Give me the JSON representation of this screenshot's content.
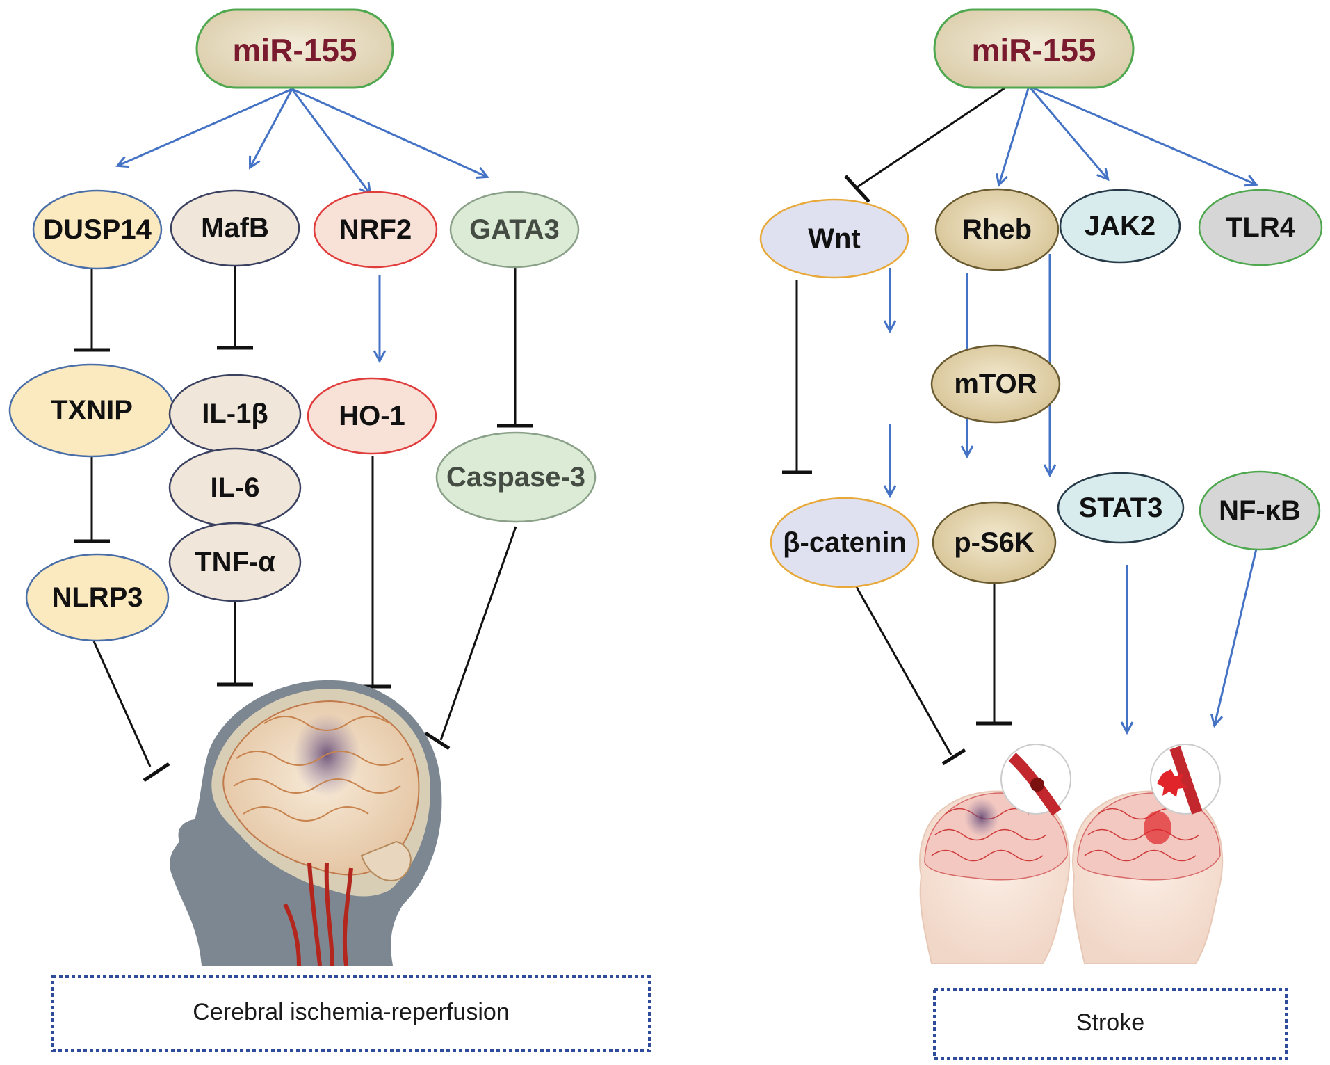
{
  "panels": [
    {
      "id": "left",
      "title_node": {
        "label": "miR-155"
      },
      "caption": "Cerebral ischemia-reperfusion",
      "illustration": "head-brain-sagittal-illustration",
      "nodes": [
        {
          "id": "DUSP14",
          "label": "DUSP14",
          "style": "yellow"
        },
        {
          "id": "MafB",
          "label": "MafB",
          "style": "beige"
        },
        {
          "id": "NRF2",
          "label": "NRF2",
          "style": "red"
        },
        {
          "id": "GATA3",
          "label": "GATA3",
          "style": "green"
        },
        {
          "id": "TXNIP",
          "label": "TXNIP",
          "style": "yellow"
        },
        {
          "id": "IL1b",
          "label": "IL-1β",
          "style": "beige"
        },
        {
          "id": "IL6",
          "label": "IL-6",
          "style": "beige"
        },
        {
          "id": "TNFa",
          "label": "TNF-α",
          "style": "beige"
        },
        {
          "id": "HO1",
          "label": "HO-1",
          "style": "red"
        },
        {
          "id": "Casp3",
          "label": "Caspase-3",
          "style": "green"
        },
        {
          "id": "NLRP3",
          "label": "NLRP3",
          "style": "yellow"
        }
      ],
      "edges": [
        {
          "from": "miR-155",
          "to": "DUSP14",
          "type": "activate"
        },
        {
          "from": "miR-155",
          "to": "MafB",
          "type": "activate"
        },
        {
          "from": "miR-155",
          "to": "NRF2",
          "type": "activate"
        },
        {
          "from": "miR-155",
          "to": "GATA3",
          "type": "activate"
        },
        {
          "from": "DUSP14",
          "to": "TXNIP",
          "type": "inhibit"
        },
        {
          "from": "TXNIP",
          "to": "NLRP3",
          "type": "inhibit"
        },
        {
          "from": "MafB",
          "to": "IL-1β/IL-6/TNF-α",
          "type": "inhibit"
        },
        {
          "from": "NRF2",
          "to": "HO-1",
          "type": "activate"
        },
        {
          "from": "GATA3",
          "to": "Caspase-3",
          "type": "inhibit"
        },
        {
          "from": "NLRP3",
          "to": "Cerebral ischemia-reperfusion",
          "type": "inhibit"
        },
        {
          "from": "TNF-α",
          "to": "Cerebral ischemia-reperfusion",
          "type": "inhibit"
        },
        {
          "from": "HO-1",
          "to": "Cerebral ischemia-reperfusion",
          "type": "inhibit"
        },
        {
          "from": "Caspase-3",
          "to": "Cerebral ischemia-reperfusion",
          "type": "inhibit"
        }
      ]
    },
    {
      "id": "right",
      "title_node": {
        "label": "miR-155"
      },
      "caption": "Stroke",
      "illustration": "stroke-heads-illustration",
      "nodes": [
        {
          "id": "Wnt",
          "label": "Wnt",
          "style": "lavender"
        },
        {
          "id": "Rheb",
          "label": "Rheb",
          "style": "khaki"
        },
        {
          "id": "JAK2",
          "label": "JAK2",
          "style": "cyan"
        },
        {
          "id": "TLR4",
          "label": "TLR4",
          "style": "grey"
        },
        {
          "id": "mTOR",
          "label": "mTOR",
          "style": "khaki"
        },
        {
          "id": "bcat",
          "label": "β-catenin",
          "style": "lavender"
        },
        {
          "id": "pS6K",
          "label": "p-S6K",
          "style": "khaki"
        },
        {
          "id": "STAT3",
          "label": "STAT3",
          "style": "cyan"
        },
        {
          "id": "NFkB",
          "label": "NF-κB",
          "style": "grey"
        }
      ],
      "edges": [
        {
          "from": "miR-155",
          "to": "Wnt",
          "type": "inhibit"
        },
        {
          "from": "miR-155",
          "to": "Rheb",
          "type": "activate"
        },
        {
          "from": "miR-155",
          "to": "JAK2",
          "type": "activate"
        },
        {
          "from": "miR-155",
          "to": "TLR4",
          "type": "activate"
        },
        {
          "from": "Wnt",
          "to": "β-catenin",
          "type": "inhibit"
        },
        {
          "from": "Rheb",
          "to": "mTOR",
          "type": "activate"
        },
        {
          "from": "mTOR",
          "to": "p-S6K",
          "type": "activate"
        },
        {
          "from": "JAK2",
          "to": "STAT3",
          "type": "activate"
        },
        {
          "from": "TLR4",
          "to": "NF-κB",
          "type": "activate"
        },
        {
          "from": "β-catenin",
          "to": "Stroke",
          "type": "inhibit"
        },
        {
          "from": "p-S6K",
          "to": "Stroke",
          "type": "inhibit"
        },
        {
          "from": "STAT3",
          "to": "Stroke",
          "type": "activate"
        },
        {
          "from": "NF-κB",
          "to": "Stroke",
          "type": "activate"
        }
      ]
    }
  ],
  "colors": {
    "activate_arrow": "#4472c4",
    "inhibit_line": "#111111",
    "title_text": "#7a1a2e",
    "title_fill": "#e6dcc4",
    "title_border": "#4fa84f",
    "caption_border": "#2f4c9a",
    "styles": {
      "yellow": {
        "fill": "#fbe9bf",
        "stroke": "#4a6fa8",
        "text": "#111111"
      },
      "beige": {
        "fill": "#f1e6da",
        "stroke": "#3a4160",
        "text": "#111111"
      },
      "red": {
        "fill": "#f8e1d6",
        "stroke": "#e03c3c",
        "text": "#111111"
      },
      "green": {
        "fill": "#dcebd5",
        "stroke": "#8aa088",
        "text": "#444c44"
      },
      "lavender": {
        "fill": "#dfe1f0",
        "stroke": "#e8a93a",
        "text": "#111111"
      },
      "khaki": {
        "fill": "#e6d8b4",
        "stroke": "#6a5a30",
        "text": "#111111"
      },
      "cyan": {
        "fill": "#d8ecee",
        "stroke": "#263a48",
        "text": "#111111"
      },
      "grey": {
        "fill": "#d6d6d6",
        "stroke": "#4fa84f",
        "text": "#111111"
      }
    }
  }
}
